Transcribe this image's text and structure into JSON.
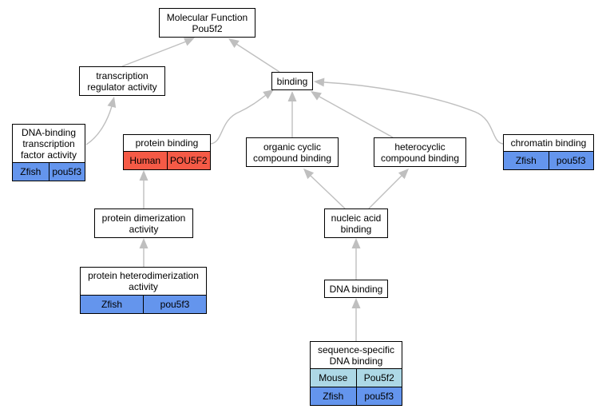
{
  "colors": {
    "edge": "#bfbfbf",
    "zfish": "#6495ed",
    "human": "#f55a46",
    "mouse": "#add8e6"
  },
  "nodes": {
    "mf": {
      "lines": [
        "Molecular Function",
        "Pou5f2"
      ]
    },
    "tra": {
      "lines": [
        "transcription",
        "regulator activity"
      ]
    },
    "binding": {
      "lines": [
        "binding"
      ]
    },
    "dbtf": {
      "lines": [
        "DNA-binding",
        "transcription",
        "factor activity"
      ],
      "rows": [
        {
          "species": "Zfish",
          "gene": "pou5f3",
          "color": "#6495ed"
        }
      ]
    },
    "pb": {
      "lines": [
        "protein binding"
      ],
      "rows": [
        {
          "species": "Human",
          "gene": "POU5F2",
          "color": "#f55a46"
        }
      ]
    },
    "ocb": {
      "lines": [
        "organic cyclic",
        "compound binding"
      ]
    },
    "hcb": {
      "lines": [
        "heterocyclic",
        "compound binding"
      ]
    },
    "cb": {
      "lines": [
        "chromatin binding"
      ],
      "rows": [
        {
          "species": "Zfish",
          "gene": "pou5f3",
          "color": "#6495ed"
        }
      ]
    },
    "pda": {
      "lines": [
        "protein dimerization",
        "activity"
      ]
    },
    "nab": {
      "lines": [
        "nucleic acid",
        "binding"
      ]
    },
    "dnab": {
      "lines": [
        "DNA binding"
      ]
    },
    "phda": {
      "lines": [
        "protein heterodimerization",
        "activity"
      ],
      "rows": [
        {
          "species": "Zfish",
          "gene": "pou5f3",
          "color": "#6495ed"
        }
      ]
    },
    "ssdb": {
      "lines": [
        "sequence-specific",
        "DNA binding"
      ],
      "rows": [
        {
          "species": "Mouse",
          "gene": "Pou5f2",
          "color": "#add8e6"
        },
        {
          "species": "Zfish",
          "gene": "pou5f3",
          "color": "#6495ed"
        }
      ]
    }
  }
}
